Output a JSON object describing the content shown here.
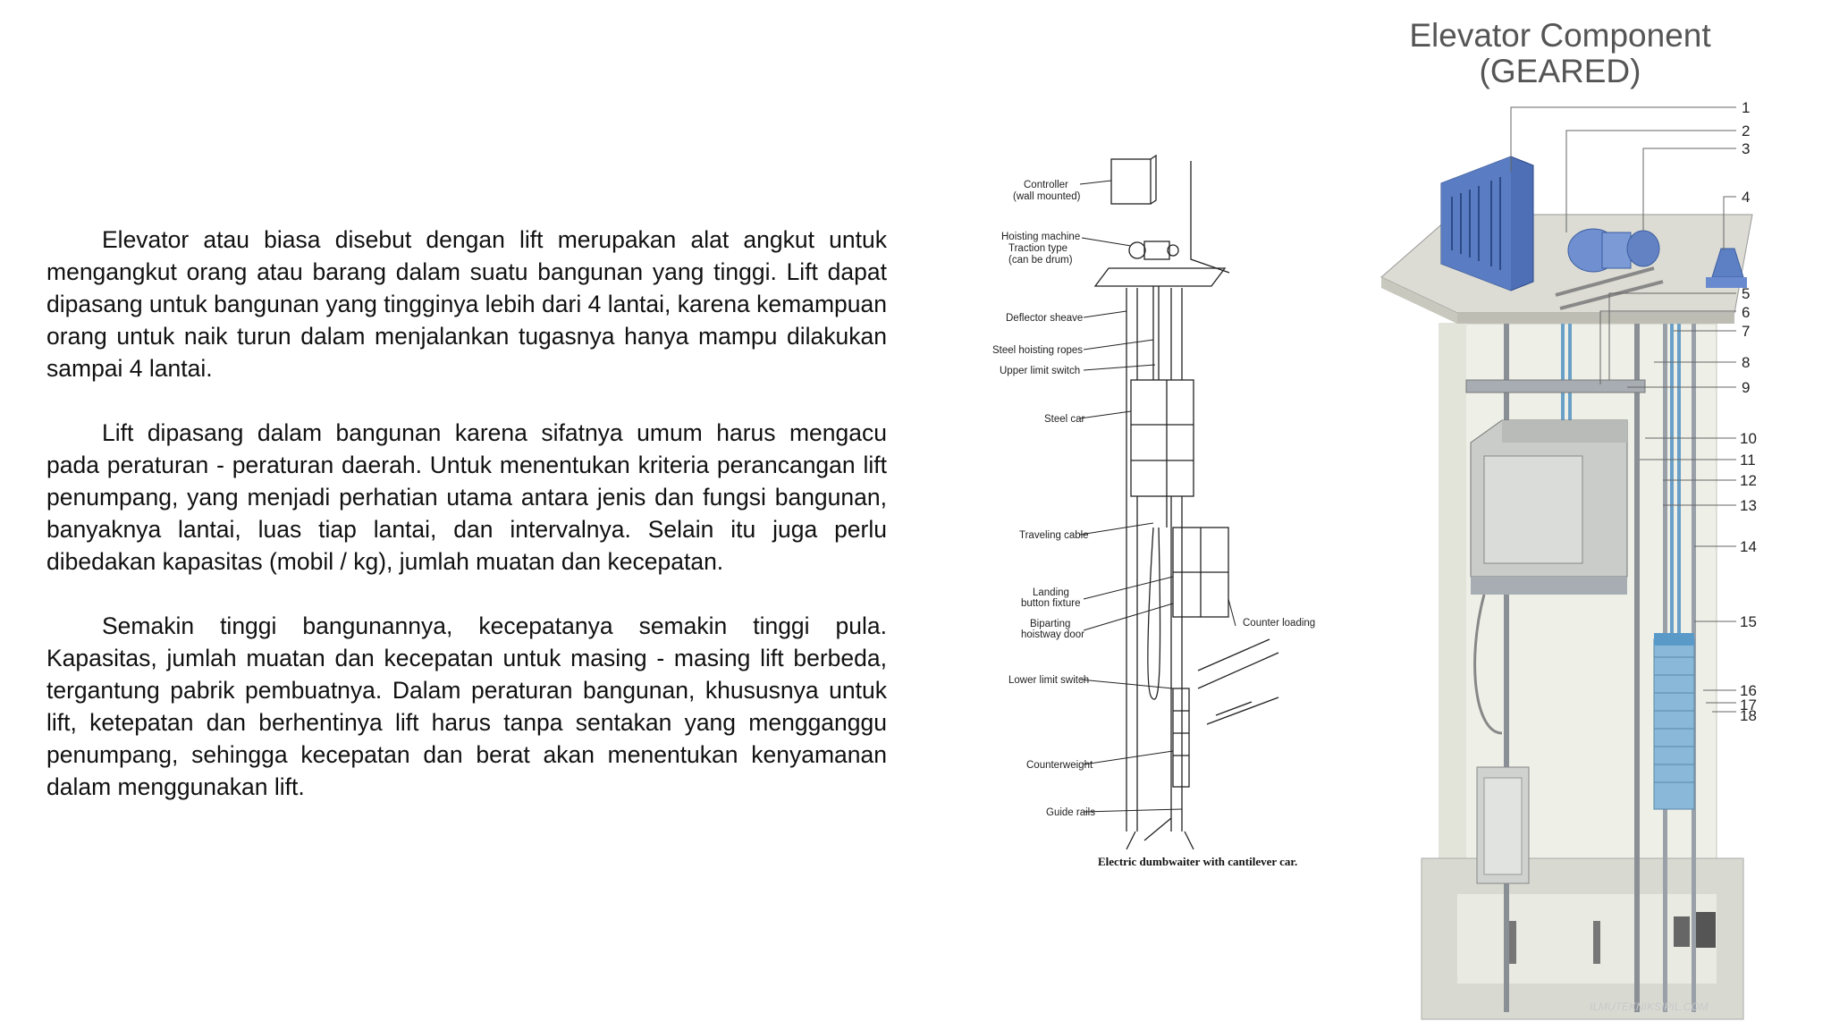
{
  "paragraphs": [
    "Elevator atau biasa disebut dengan lift merupakan alat angkut untuk mengangkut orang atau barang dalam suatu bangunan yang tinggi. Lift dapat dipasang untuk bangunan yang tingginya lebih dari 4 lantai, karena kemampuan orang untuk naik turun dalam menjalankan tugasnya hanya mampu dilakukan sampai 4 lantai.",
    "Lift dipasang dalam bangunan karena sifatnya umum harus mengacu pada peraturan - peraturan daerah. Untuk menentukan kriteria perancangan lift penumpang, yang menjadi perhatian utama antara jenis dan fungsi bangunan, banyaknya lantai, luas tiap lantai, dan intervalnya. Selain itu juga perlu dibedakan kapasitas (mobil / kg), jumlah muatan dan kecepatan.",
    "Semakin tinggi bangunannya, kecepatanya semakin tinggi pula. Kapasitas, jumlah muatan dan kecepatan untuk masing - masing lift berbeda, tergantung pabrik pembuatnya. Dalam peraturan bangunan, khususnya untuk lift, ketepatan dan berhentinya lift harus tanpa sentakan yang mengganggu penumpang, sehingga kecepatan dan berat akan menentukan kenyamanan dalam menggunakan lift."
  ],
  "dumbwaiter": {
    "labels": {
      "controller_1": "Controller",
      "controller_2": "(wall mounted)",
      "hoisting_1": "Hoisting machine",
      "hoisting_2": "Traction type",
      "hoisting_3": "(can be drum)",
      "deflector": "Deflector sheave",
      "ropes": "Steel hoisting ropes",
      "upper_switch": "Upper limit switch",
      "steel_car": "Steel car",
      "traveling_cable": "Traveling cable",
      "landing_1": "Landing",
      "landing_2": "button fixture",
      "biparting_1": "Biparting",
      "biparting_2": "hoistway door",
      "counter_loading": "Counter loading",
      "lower_switch": "Lower limit switch",
      "counterweight": "Counterweight",
      "guide_rails": "Guide rails"
    },
    "caption": "Electric dumbwaiter with cantilever car."
  },
  "geared": {
    "title_line1": "Elevator Component",
    "title_line2": "(GEARED)",
    "numbers": [
      "1",
      "2",
      "3",
      "4",
      "5",
      "6",
      "7",
      "8",
      "9",
      "10",
      "11",
      "12",
      "13",
      "14",
      "15",
      "16",
      "17",
      "18"
    ],
    "watermark": "ILMUTEKNIKSIPIL.COM",
    "colors": {
      "cabinet": "#4e6fb5",
      "machine": "#6f8fd0",
      "shaft": "#dfe3d8",
      "rope": "#6aa0c8"
    }
  }
}
